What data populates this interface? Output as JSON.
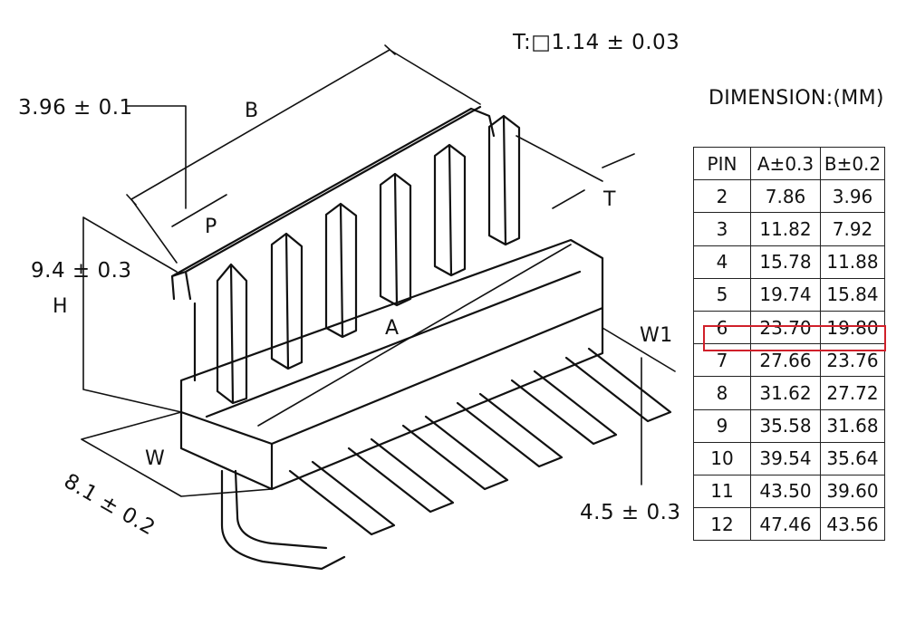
{
  "title": "DIMENSION:(MM)",
  "tolerances": {
    "thickness": "T:□1.14 ± 0.03",
    "pitch": "3.96 ± 0.1",
    "height": "9.4 ± 0.3",
    "width": "8.1 ± 0.2",
    "leg": "4.5 ± 0.3"
  },
  "labels": {
    "b": "B",
    "p": "P",
    "h": "H",
    "a": "A",
    "w": "W",
    "t": "T",
    "w1": "W1"
  },
  "table": {
    "headers": [
      "PIN",
      "A±0.3",
      "B±0.2"
    ],
    "rows": [
      [
        "2",
        "7.86",
        "3.96"
      ],
      [
        "3",
        "11.82",
        "7.92"
      ],
      [
        "4",
        "15.78",
        "11.88"
      ],
      [
        "5",
        "19.74",
        "15.84"
      ],
      [
        "6",
        "23.70",
        "19.80"
      ],
      [
        "7",
        "27.66",
        "23.76"
      ],
      [
        "8",
        "31.62",
        "27.72"
      ],
      [
        "9",
        "35.58",
        "31.68"
      ],
      [
        "10",
        "39.54",
        "35.64"
      ],
      [
        "11",
        "43.50",
        "39.60"
      ],
      [
        "12",
        "47.46",
        "43.56"
      ]
    ],
    "highlighted_pin": "6",
    "highlight_color": "#d0202a"
  }
}
